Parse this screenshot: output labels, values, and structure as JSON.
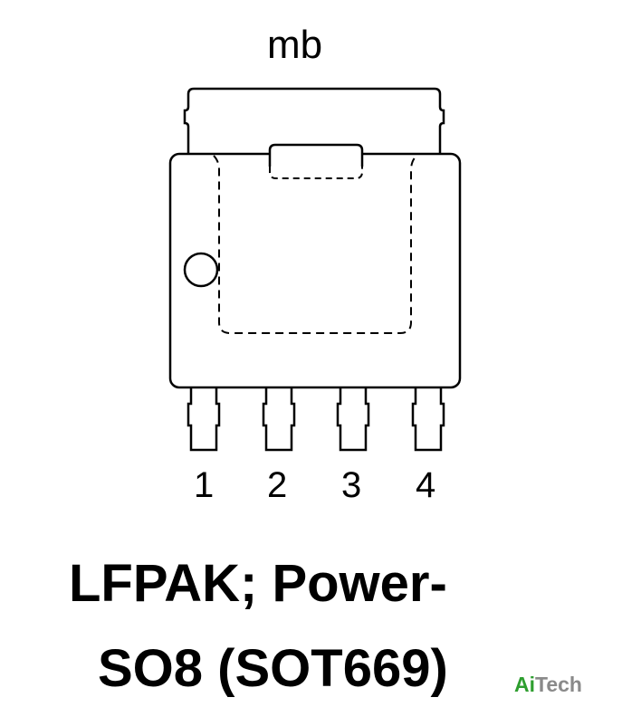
{
  "mounting_base_label": "mb",
  "pins": [
    {
      "number": "1"
    },
    {
      "number": "2"
    },
    {
      "number": "3"
    },
    {
      "number": "4"
    }
  ],
  "package_title": {
    "line1": "LFPAK; Power-",
    "line2": "SO8 (SOT669)"
  },
  "watermark": {
    "accent": "Ai",
    "rest": "Tech",
    "accent_color": "#2e9e2f",
    "rest_color": "#8a8a8a"
  }
}
